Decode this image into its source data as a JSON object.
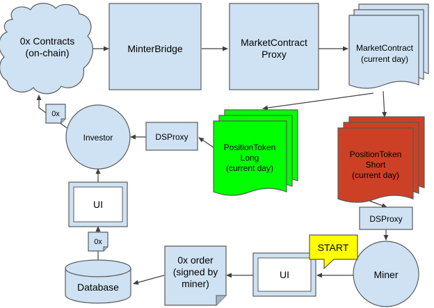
{
  "colors": {
    "box_fill": "#cfe2f3",
    "stroke": "#595959",
    "long_fill": "#00ff00",
    "short_fill": "#cc4125",
    "start_fill": "#ffff00",
    "edge": "#404040"
  },
  "nodes": {
    "contracts": {
      "line1": "0x Contracts",
      "line2": "(on-chain)",
      "shape": "cloud"
    },
    "minter_bridge": {
      "label": "MinterBridge",
      "shape": "rectangle"
    },
    "market_proxy": {
      "line1": "MarketContract",
      "line2": "Proxy",
      "shape": "rectangle"
    },
    "market_contract": {
      "line1": "MarketContract",
      "line2": "(current day)",
      "shape": "stacked-documents"
    },
    "token_long": {
      "line1": "PositionToken",
      "line2": "Long",
      "line3": "(current day)",
      "shape": "stacked-documents"
    },
    "token_short": {
      "line1": "PositionToken",
      "line2": "Short",
      "line3": "(current day)",
      "shape": "stacked-documents"
    },
    "ds_proxy_investor": {
      "label": "DSProxy",
      "shape": "rectangle"
    },
    "investor": {
      "label": "Investor",
      "shape": "circle"
    },
    "zero_x_top": {
      "label": "0x",
      "shape": "small-document"
    },
    "ui_investor": {
      "label": "UI",
      "shape": "window"
    },
    "zero_x_bottom": {
      "label": "0x",
      "shape": "small-document"
    },
    "database": {
      "label": "Database",
      "shape": "cylinder"
    },
    "order": {
      "line1": "0x order",
      "line2": "(signed by",
      "line3": "miner)",
      "shape": "document"
    },
    "ui_miner": {
      "label": "UI",
      "shape": "window"
    },
    "ds_proxy_miner": {
      "label": "DSProxy",
      "shape": "rectangle"
    },
    "miner": {
      "label": "Miner",
      "shape": "circle"
    },
    "start": {
      "label": "START",
      "shape": "callout"
    }
  },
  "edges": [
    {
      "from": "contracts",
      "to": "minter_bridge"
    },
    {
      "from": "minter_bridge",
      "to": "market_proxy"
    },
    {
      "from": "market_proxy",
      "to": "market_contract"
    },
    {
      "from": "market_contract",
      "to": "token_long"
    },
    {
      "from": "market_contract",
      "to": "token_short"
    },
    {
      "from": "token_long",
      "to": "ds_proxy_investor"
    },
    {
      "from": "ds_proxy_investor",
      "to": "investor"
    },
    {
      "from": "investor",
      "to": "contracts"
    },
    {
      "from": "ui_investor",
      "to": "investor"
    },
    {
      "from": "database",
      "to": "ui_investor"
    },
    {
      "from": "token_short",
      "to": "ds_proxy_miner"
    },
    {
      "from": "ds_proxy_miner",
      "to": "miner"
    },
    {
      "from": "miner",
      "to": "ui_miner"
    },
    {
      "from": "ui_miner",
      "to": "order"
    },
    {
      "from": "order",
      "to": "database"
    }
  ]
}
